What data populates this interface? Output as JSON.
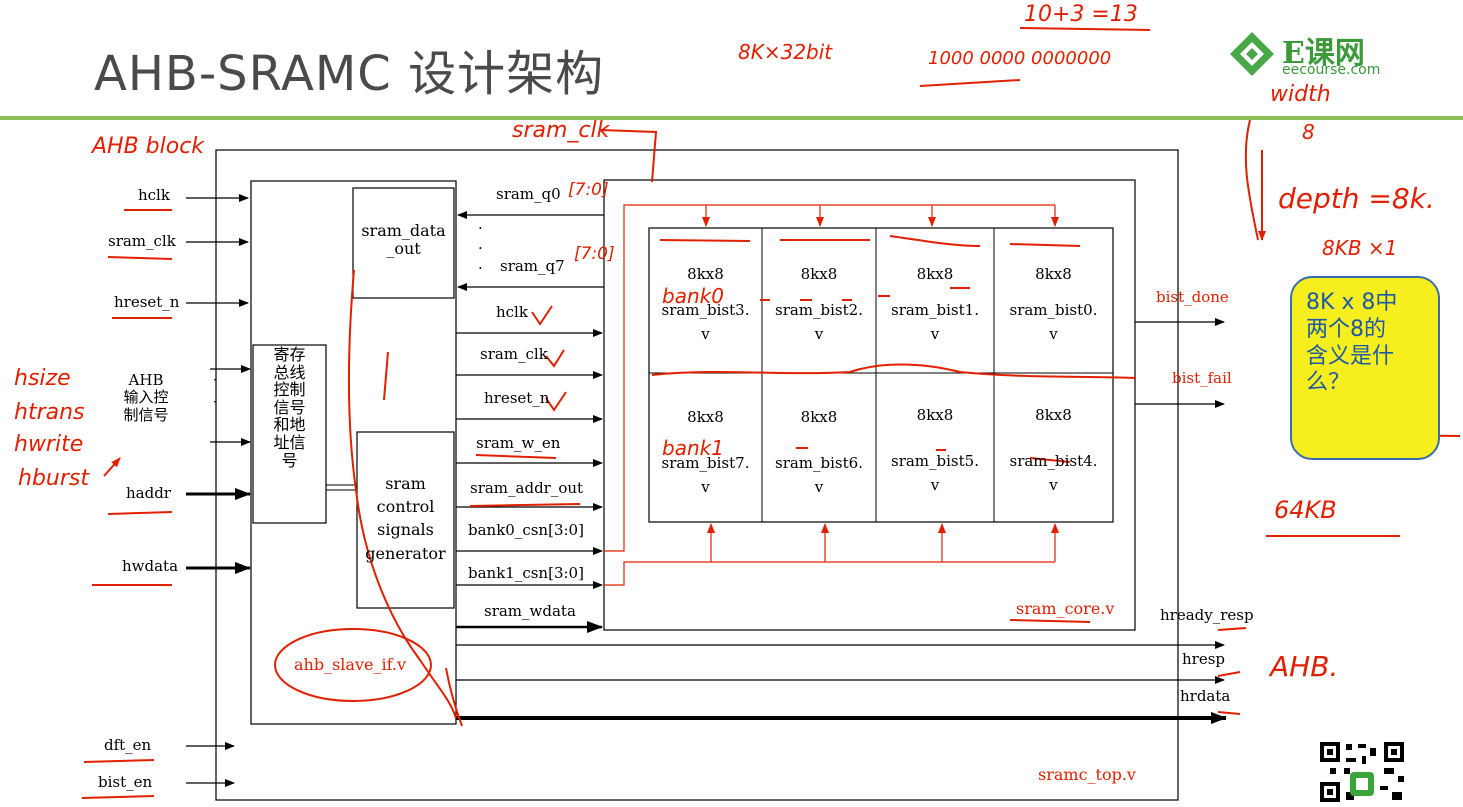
{
  "title": "AHB-SRAMC 设计架构",
  "logo": {
    "name": "E课网",
    "url": "eecourse.com"
  },
  "inputs": [
    "hclk",
    "sram_clk",
    "hreset_n",
    "haddr",
    "hwdata",
    "dft_en",
    "bist_en"
  ],
  "ahb_ctrl_label": [
    "AHB",
    "输入控",
    "制信号"
  ],
  "reg_block_label": [
    "寄存",
    "总线",
    "控制",
    "信号",
    "和地",
    "址信",
    "号"
  ],
  "data_out_block": [
    "sram_data",
    "_out"
  ],
  "ctrl_block": [
    "sram",
    "control",
    "signals",
    "generator"
  ],
  "slave_if_label": "ahb_slave_if.v",
  "mid_signals": {
    "q0": "sram_q0",
    "dots": "·",
    "q7": "sram_q7",
    "hclk": "hclk",
    "sram_clk": "sram_clk",
    "hreset_n": "hreset_n",
    "w_en": "sram_w_en",
    "addr_out": "sram_addr_out",
    "bank0": "bank0_csn[3:0]",
    "bank1": "bank1_csn[3:0]",
    "wdata": "sram_wdata"
  },
  "core_label": "sram_core.v",
  "top_label": "sramc_top.v",
  "banks": [
    [
      {
        "size": "8kx8",
        "name": "sram_bist3.",
        "ext": "v"
      },
      {
        "size": "8kx8",
        "name": "sram_bist2.",
        "ext": "v"
      },
      {
        "size": "8kx8",
        "name": "sram_bist1.",
        "ext": "v"
      },
      {
        "size": "8kx8",
        "name": "sram_bist0.",
        "ext": "v"
      }
    ],
    [
      {
        "size": "8kx8",
        "name": "sram_bist7.",
        "ext": "v"
      },
      {
        "size": "8kx8",
        "name": "sram_bist6.",
        "ext": "v"
      },
      {
        "size": "8kx8",
        "name": "sram_bist5.",
        "ext": "v"
      },
      {
        "size": "8kx8",
        "name": "sram_bist4.",
        "ext": "v"
      }
    ]
  ],
  "outputs": {
    "bist_done": "bist_done",
    "bist_fail": "bist_fail",
    "hready_resp": "hready_resp",
    "hresp": "hresp",
    "hrdata": "hrdata"
  },
  "annotations": {
    "ahb_block": "AHB block",
    "sram_clk": "sram_clk",
    "hsize": "hsize",
    "htrans": "htrans",
    "hwrite": "hwrite",
    "hburst": "hburst",
    "q0_width": "[7:0]",
    "q7_width": "[7:0]",
    "bank0": "bank0",
    "bank1": "bank1",
    "top1": "8K×32bit",
    "top2": "10+3 =13",
    "top3": "1000 0000 0000000",
    "width": "width",
    "width_val": "8",
    "depth": "depth =8k.",
    "kb": "8KB ×1",
    "kb64": "64KB",
    "ahb": "AHB."
  },
  "note": [
    "8K x 8中",
    "两个8的",
    "含义是什",
    "么？"
  ],
  "colors": {
    "accent_green": "#8fbe5a",
    "annotation_red": "#e02000",
    "note_bg": "#f7ee1e",
    "note_text": "#1c5aa6"
  }
}
